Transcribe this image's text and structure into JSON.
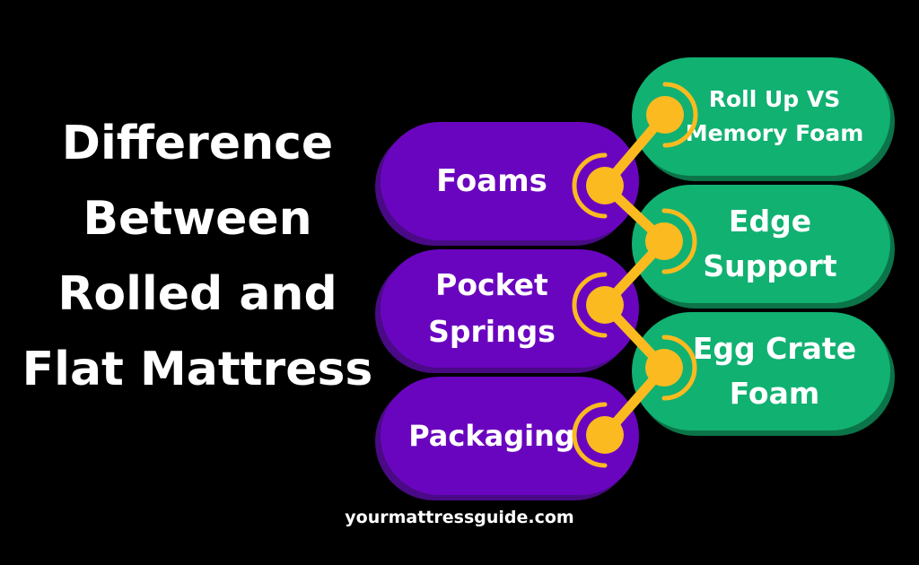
{
  "title": {
    "lines": [
      "Difference",
      "Between",
      "Rolled and",
      "Flat Mattress"
    ]
  },
  "left_items": [
    {
      "label": "Foams"
    },
    {
      "label": "Pocket Springs",
      "lines": [
        "Pocket",
        "Springs"
      ]
    },
    {
      "label": "Packaging"
    }
  ],
  "right_items": [
    {
      "label": "Roll Up VS Memory Foam",
      "lines": [
        "Roll Up VS",
        "Memory Foam"
      ]
    },
    {
      "label": "Edge Support",
      "lines": [
        "Edge",
        "Support"
      ]
    },
    {
      "label": "Egg Crate Foam",
      "lines": [
        "Egg Crate",
        "Foam"
      ]
    }
  ],
  "footer": {
    "text": "yourmattressguide.com"
  },
  "colors": {
    "background": "#000000",
    "purple": "#6a05bf",
    "green": "#11b172",
    "connector": "#fbba1f",
    "text": "#ffffff"
  }
}
